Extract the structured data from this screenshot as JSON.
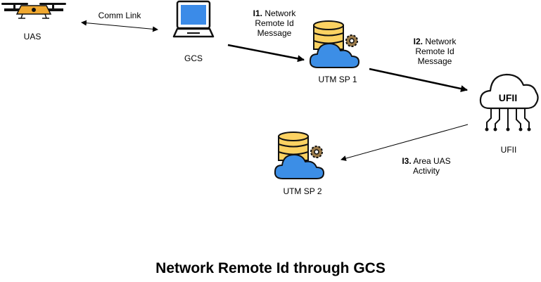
{
  "nodes": {
    "uas": "UAS",
    "gcs": "GCS",
    "utm_sp1": "UTM SP 1",
    "ufii": "UFII",
    "ufii_cloud_text": "UFII",
    "utm_sp2": "UTM SP 2"
  },
  "edges": {
    "comm_link": "Comm Link",
    "i1": {
      "num": "I1.",
      "line1": "Network",
      "line2": "Remote Id",
      "line3": "Message"
    },
    "i2": {
      "num": "I2.",
      "line1": "Network",
      "line2": "Remote Id",
      "line3": "Message"
    },
    "i3": {
      "num": "I3.",
      "line1": "Area UAS",
      "line2": "Activity"
    }
  },
  "title": "Network Remote Id through GCS"
}
